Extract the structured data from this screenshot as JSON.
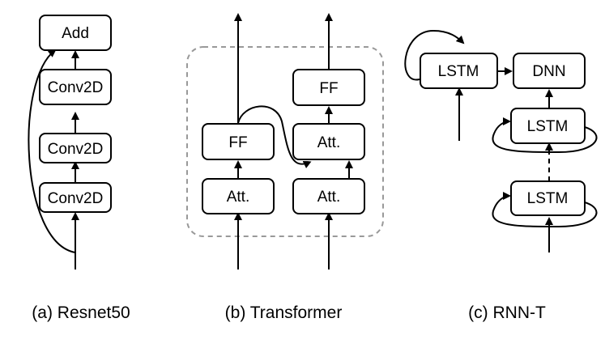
{
  "resnet": {
    "add": "Add",
    "conv_top": "Conv2D",
    "conv_mid": "Conv2D",
    "conv_bottom": "Conv2D",
    "caption": "(a) Resnet50"
  },
  "transformer": {
    "left_ff": "FF",
    "left_att": "Att.",
    "right_ff": "FF",
    "right_att_upper": "Att.",
    "right_att_lower": "Att.",
    "caption": "(b) Transformer"
  },
  "rnnt": {
    "lstm_left": "LSTM",
    "dnn": "DNN",
    "lstm_upper": "LSTM",
    "lstm_lower": "LSTM",
    "caption": "(c) RNN-T"
  }
}
